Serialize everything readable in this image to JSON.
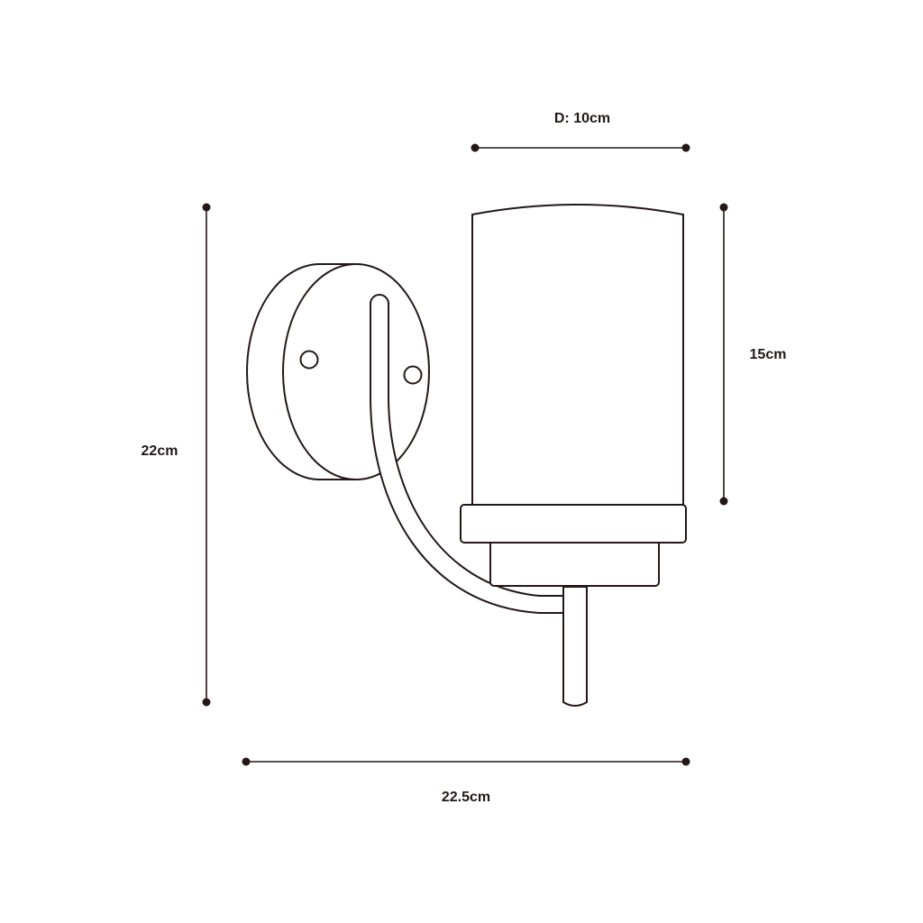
{
  "dimensions": {
    "diameter": "D: 10cm",
    "shade_height": "15cm",
    "total_height": "22cm",
    "total_width": "22.5cm"
  },
  "colors": {
    "line": "#231815",
    "background": "#ffffff"
  }
}
